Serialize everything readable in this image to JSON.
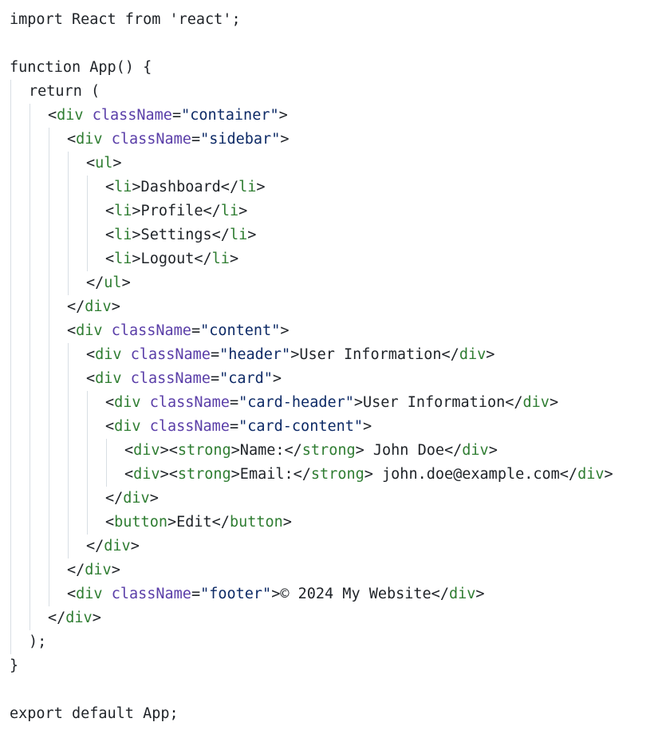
{
  "editor": {
    "colors": {
      "text": "#1f2328",
      "tag": "#2f7d32",
      "attribute": "#5a3ea8",
      "string": "#0d2a66",
      "indent_guide": "#d8dee4",
      "background": "#ffffff"
    },
    "lines": [
      {
        "indent": 0,
        "tokens": [
          {
            "t": "import React from 'react';",
            "k": "plain"
          }
        ]
      },
      {
        "indent": 0,
        "tokens": []
      },
      {
        "indent": 0,
        "tokens": [
          {
            "t": "function App() {",
            "k": "plain"
          }
        ]
      },
      {
        "indent": 1,
        "tokens": [
          {
            "t": "return (",
            "k": "plain"
          }
        ]
      },
      {
        "indent": 2,
        "tokens": [
          {
            "t": "<",
            "k": "plain"
          },
          {
            "t": "div",
            "k": "tag"
          },
          {
            "t": " ",
            "k": "plain"
          },
          {
            "t": "className",
            "k": "attr"
          },
          {
            "t": "=",
            "k": "plain"
          },
          {
            "t": "\"container\"",
            "k": "str"
          },
          {
            "t": ">",
            "k": "plain"
          }
        ]
      },
      {
        "indent": 3,
        "tokens": [
          {
            "t": "<",
            "k": "plain"
          },
          {
            "t": "div",
            "k": "tag"
          },
          {
            "t": " ",
            "k": "plain"
          },
          {
            "t": "className",
            "k": "attr"
          },
          {
            "t": "=",
            "k": "plain"
          },
          {
            "t": "\"sidebar\"",
            "k": "str"
          },
          {
            "t": ">",
            "k": "plain"
          }
        ]
      },
      {
        "indent": 4,
        "tokens": [
          {
            "t": "<",
            "k": "plain"
          },
          {
            "t": "ul",
            "k": "tag"
          },
          {
            "t": ">",
            "k": "plain"
          }
        ]
      },
      {
        "indent": 5,
        "tokens": [
          {
            "t": "<",
            "k": "plain"
          },
          {
            "t": "li",
            "k": "tag"
          },
          {
            "t": ">Dashboard</",
            "k": "plain"
          },
          {
            "t": "li",
            "k": "tag"
          },
          {
            "t": ">",
            "k": "plain"
          }
        ]
      },
      {
        "indent": 5,
        "tokens": [
          {
            "t": "<",
            "k": "plain"
          },
          {
            "t": "li",
            "k": "tag"
          },
          {
            "t": ">Profile</",
            "k": "plain"
          },
          {
            "t": "li",
            "k": "tag"
          },
          {
            "t": ">",
            "k": "plain"
          }
        ]
      },
      {
        "indent": 5,
        "tokens": [
          {
            "t": "<",
            "k": "plain"
          },
          {
            "t": "li",
            "k": "tag"
          },
          {
            "t": ">Settings</",
            "k": "plain"
          },
          {
            "t": "li",
            "k": "tag"
          },
          {
            "t": ">",
            "k": "plain"
          }
        ]
      },
      {
        "indent": 5,
        "tokens": [
          {
            "t": "<",
            "k": "plain"
          },
          {
            "t": "li",
            "k": "tag"
          },
          {
            "t": ">Logout</",
            "k": "plain"
          },
          {
            "t": "li",
            "k": "tag"
          },
          {
            "t": ">",
            "k": "plain"
          }
        ]
      },
      {
        "indent": 4,
        "tokens": [
          {
            "t": "</",
            "k": "plain"
          },
          {
            "t": "ul",
            "k": "tag"
          },
          {
            "t": ">",
            "k": "plain"
          }
        ]
      },
      {
        "indent": 3,
        "tokens": [
          {
            "t": "</",
            "k": "plain"
          },
          {
            "t": "div",
            "k": "tag"
          },
          {
            "t": ">",
            "k": "plain"
          }
        ]
      },
      {
        "indent": 3,
        "tokens": [
          {
            "t": "<",
            "k": "plain"
          },
          {
            "t": "div",
            "k": "tag"
          },
          {
            "t": " ",
            "k": "plain"
          },
          {
            "t": "className",
            "k": "attr"
          },
          {
            "t": "=",
            "k": "plain"
          },
          {
            "t": "\"content\"",
            "k": "str"
          },
          {
            "t": ">",
            "k": "plain"
          }
        ]
      },
      {
        "indent": 4,
        "tokens": [
          {
            "t": "<",
            "k": "plain"
          },
          {
            "t": "div",
            "k": "tag"
          },
          {
            "t": " ",
            "k": "plain"
          },
          {
            "t": "className",
            "k": "attr"
          },
          {
            "t": "=",
            "k": "plain"
          },
          {
            "t": "\"header\"",
            "k": "str"
          },
          {
            "t": ">User Information</",
            "k": "plain"
          },
          {
            "t": "div",
            "k": "tag"
          },
          {
            "t": ">",
            "k": "plain"
          }
        ]
      },
      {
        "indent": 4,
        "tokens": [
          {
            "t": "<",
            "k": "plain"
          },
          {
            "t": "div",
            "k": "tag"
          },
          {
            "t": " ",
            "k": "plain"
          },
          {
            "t": "className",
            "k": "attr"
          },
          {
            "t": "=",
            "k": "plain"
          },
          {
            "t": "\"card\"",
            "k": "str"
          },
          {
            "t": ">",
            "k": "plain"
          }
        ]
      },
      {
        "indent": 5,
        "tokens": [
          {
            "t": "<",
            "k": "plain"
          },
          {
            "t": "div",
            "k": "tag"
          },
          {
            "t": " ",
            "k": "plain"
          },
          {
            "t": "className",
            "k": "attr"
          },
          {
            "t": "=",
            "k": "plain"
          },
          {
            "t": "\"card-header\"",
            "k": "str"
          },
          {
            "t": ">User Information</",
            "k": "plain"
          },
          {
            "t": "div",
            "k": "tag"
          },
          {
            "t": ">",
            "k": "plain"
          }
        ]
      },
      {
        "indent": 5,
        "tokens": [
          {
            "t": "<",
            "k": "plain"
          },
          {
            "t": "div",
            "k": "tag"
          },
          {
            "t": " ",
            "k": "plain"
          },
          {
            "t": "className",
            "k": "attr"
          },
          {
            "t": "=",
            "k": "plain"
          },
          {
            "t": "\"card-content\"",
            "k": "str"
          },
          {
            "t": ">",
            "k": "plain"
          }
        ]
      },
      {
        "indent": 6,
        "tokens": [
          {
            "t": "<",
            "k": "plain"
          },
          {
            "t": "div",
            "k": "tag"
          },
          {
            "t": "><",
            "k": "plain"
          },
          {
            "t": "strong",
            "k": "tag"
          },
          {
            "t": ">Name:</",
            "k": "plain"
          },
          {
            "t": "strong",
            "k": "tag"
          },
          {
            "t": "> John Doe</",
            "k": "plain"
          },
          {
            "t": "div",
            "k": "tag"
          },
          {
            "t": ">",
            "k": "plain"
          }
        ]
      },
      {
        "indent": 6,
        "tokens": [
          {
            "t": "<",
            "k": "plain"
          },
          {
            "t": "div",
            "k": "tag"
          },
          {
            "t": "><",
            "k": "plain"
          },
          {
            "t": "strong",
            "k": "tag"
          },
          {
            "t": ">Email:</",
            "k": "plain"
          },
          {
            "t": "strong",
            "k": "tag"
          },
          {
            "t": "> john.doe@example.com</",
            "k": "plain"
          },
          {
            "t": "div",
            "k": "tag"
          },
          {
            "t": ">",
            "k": "plain"
          }
        ]
      },
      {
        "indent": 5,
        "tokens": [
          {
            "t": "</",
            "k": "plain"
          },
          {
            "t": "div",
            "k": "tag"
          },
          {
            "t": ">",
            "k": "plain"
          }
        ]
      },
      {
        "indent": 5,
        "tokens": [
          {
            "t": "<",
            "k": "plain"
          },
          {
            "t": "button",
            "k": "tag"
          },
          {
            "t": ">Edit</",
            "k": "plain"
          },
          {
            "t": "button",
            "k": "tag"
          },
          {
            "t": ">",
            "k": "plain"
          }
        ]
      },
      {
        "indent": 4,
        "tokens": [
          {
            "t": "</",
            "k": "plain"
          },
          {
            "t": "div",
            "k": "tag"
          },
          {
            "t": ">",
            "k": "plain"
          }
        ]
      },
      {
        "indent": 3,
        "tokens": [
          {
            "t": "</",
            "k": "plain"
          },
          {
            "t": "div",
            "k": "tag"
          },
          {
            "t": ">",
            "k": "plain"
          }
        ]
      },
      {
        "indent": 3,
        "tokens": [
          {
            "t": "<",
            "k": "plain"
          },
          {
            "t": "div",
            "k": "tag"
          },
          {
            "t": " ",
            "k": "plain"
          },
          {
            "t": "className",
            "k": "attr"
          },
          {
            "t": "=",
            "k": "plain"
          },
          {
            "t": "\"footer\"",
            "k": "str"
          },
          {
            "t": ">© 2024 My Website</",
            "k": "plain"
          },
          {
            "t": "div",
            "k": "tag"
          },
          {
            "t": ">",
            "k": "plain"
          }
        ]
      },
      {
        "indent": 2,
        "tokens": [
          {
            "t": "</",
            "k": "plain"
          },
          {
            "t": "div",
            "k": "tag"
          },
          {
            "t": ">",
            "k": "plain"
          }
        ]
      },
      {
        "indent": 1,
        "tokens": [
          {
            "t": ");",
            "k": "plain"
          }
        ]
      },
      {
        "indent": 0,
        "tokens": [
          {
            "t": "}",
            "k": "plain"
          }
        ]
      },
      {
        "indent": 0,
        "tokens": []
      },
      {
        "indent": 0,
        "tokens": [
          {
            "t": "export default App;",
            "k": "plain"
          }
        ]
      }
    ]
  }
}
